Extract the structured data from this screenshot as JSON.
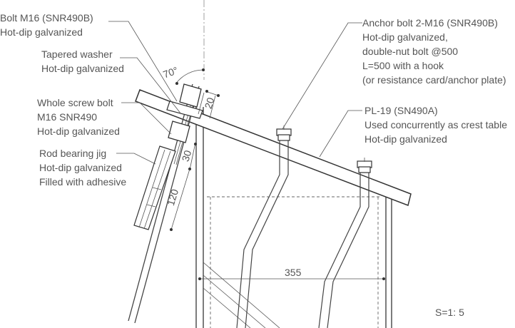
{
  "callouts": [
    {
      "lines": [
        "Bolt  M16 (SNR490B)",
        "Hot-dip galvanized"
      ]
    },
    {
      "lines": [
        "Tapered washer",
        "Hot-dip galvanized"
      ]
    },
    {
      "lines": [
        "Whole screw bolt",
        "M16 SNR490",
        "Hot-dip galvanized"
      ]
    },
    {
      "lines": [
        "Rod bearing jig",
        "Hot-dip galvanized",
        "Filled with adhesive"
      ]
    },
    {
      "lines": [
        "Anchor bolt   2-M16 (SNR490B)",
        "Hot-dip galvanized,",
        "double-nut bolt @500",
        "L=500 with a hook",
        "(or resistance card/anchor plate)"
      ]
    },
    {
      "lines": [
        "PL-19 (SN490A)",
        "Used concurrently as crest table",
        "Hot-dip galvanized"
      ]
    }
  ],
  "dimensions": {
    "angle": "70°",
    "d20": "20",
    "d30": "30",
    "d120": "120",
    "d355": "355"
  },
  "scale": "S=1: 5"
}
